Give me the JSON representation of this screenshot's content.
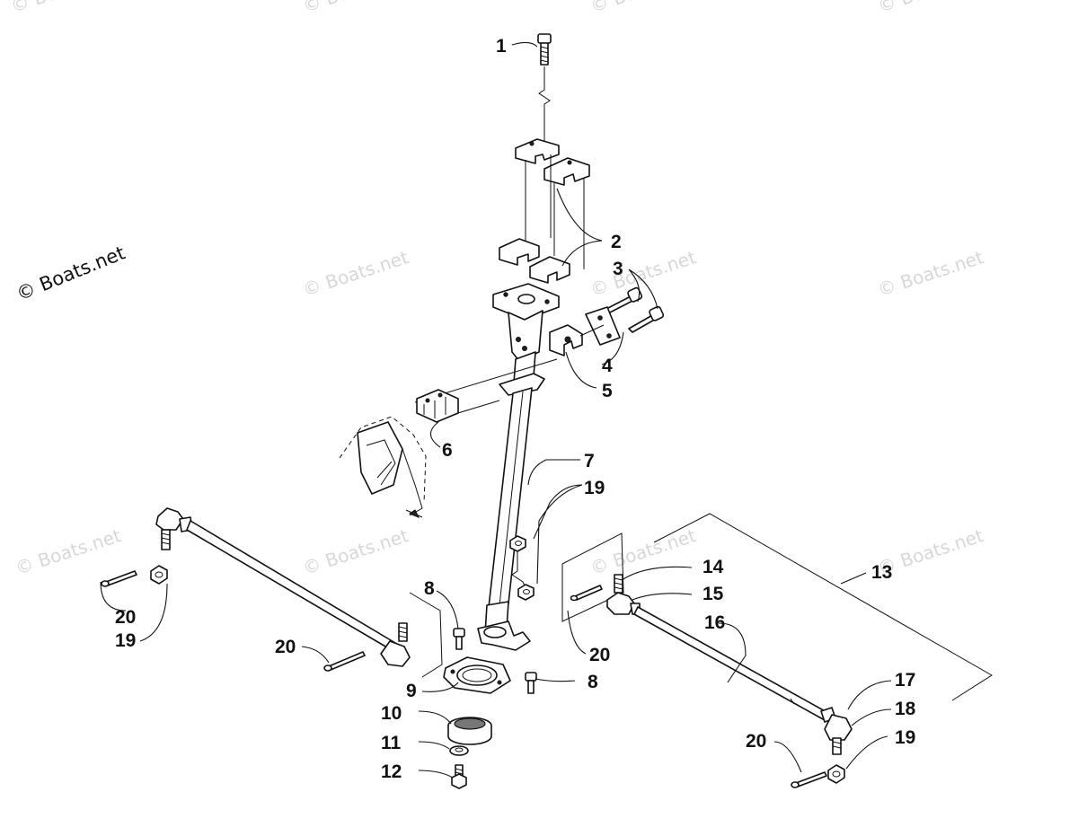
{
  "watermark": {
    "text": "© Boats.net"
  },
  "callouts": [
    {
      "id": "c1",
      "label": "1"
    },
    {
      "id": "c2",
      "label": "2"
    },
    {
      "id": "c3",
      "label": "3"
    },
    {
      "id": "c4",
      "label": "4"
    },
    {
      "id": "c5",
      "label": "5"
    },
    {
      "id": "c6",
      "label": "6"
    },
    {
      "id": "c7",
      "label": "7"
    },
    {
      "id": "c19a",
      "label": "19"
    },
    {
      "id": "c8a",
      "label": "8"
    },
    {
      "id": "c8b",
      "label": "8"
    },
    {
      "id": "c9",
      "label": "9"
    },
    {
      "id": "c10",
      "label": "10"
    },
    {
      "id": "c11",
      "label": "11"
    },
    {
      "id": "c12",
      "label": "12"
    },
    {
      "id": "c13",
      "label": "13"
    },
    {
      "id": "c14",
      "label": "14"
    },
    {
      "id": "c15",
      "label": "15"
    },
    {
      "id": "c16",
      "label": "16"
    },
    {
      "id": "c17",
      "label": "17"
    },
    {
      "id": "c18",
      "label": "18"
    },
    {
      "id": "c19b",
      "label": "19"
    },
    {
      "id": "c20a",
      "label": "20"
    },
    {
      "id": "c19c",
      "label": "19"
    },
    {
      "id": "c20b",
      "label": "20"
    },
    {
      "id": "c20c",
      "label": "20"
    },
    {
      "id": "c20d",
      "label": "20"
    }
  ]
}
